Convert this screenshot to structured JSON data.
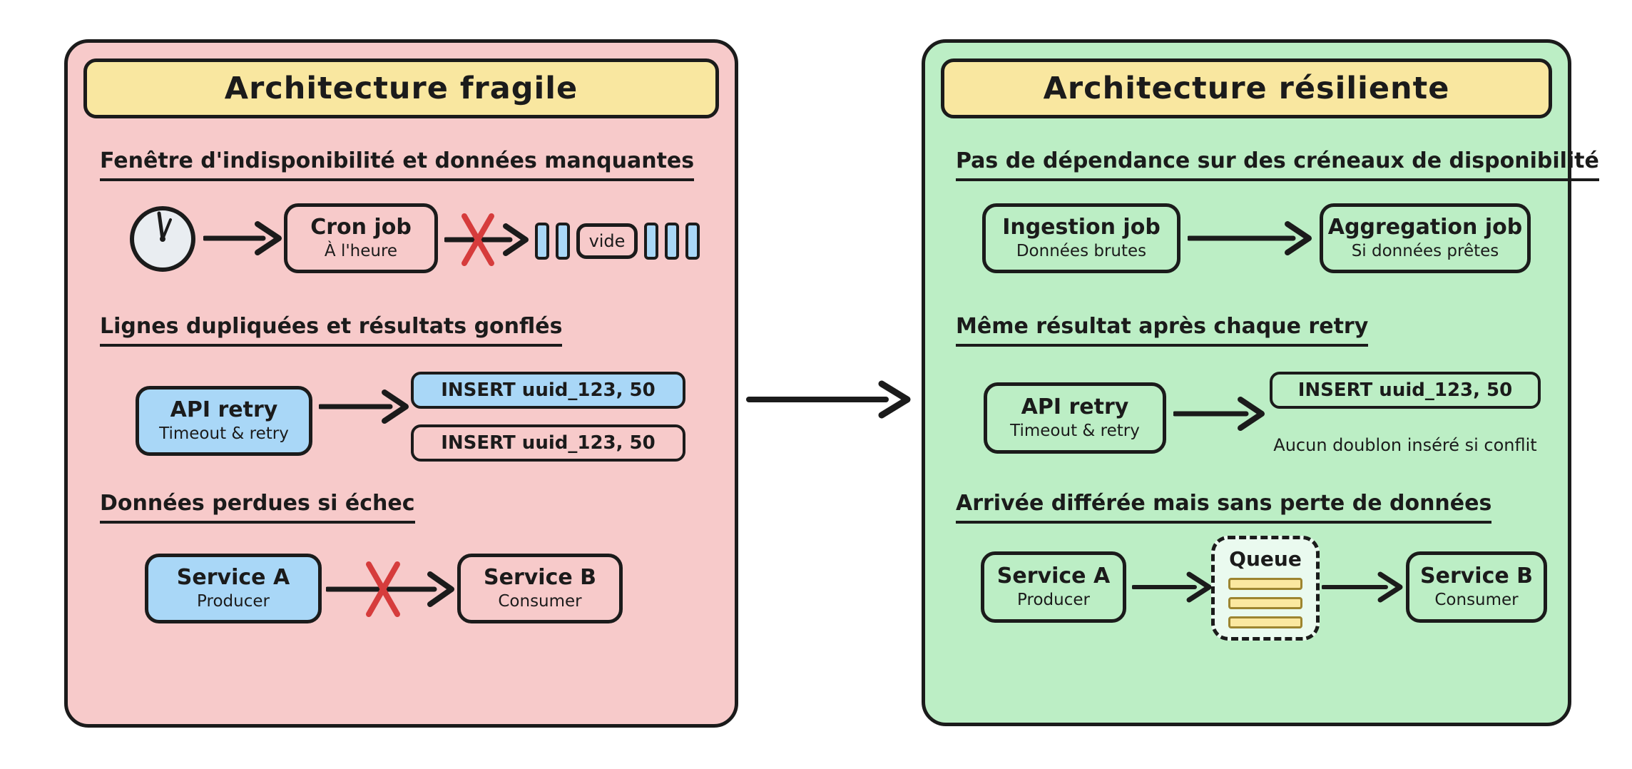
{
  "left_panel": {
    "title": "Architecture fragile",
    "section1": {
      "heading": "Fenêtre d'indisponibilité et données manquantes",
      "cron_box": {
        "title": "Cron job",
        "subtitle": "À l'heure"
      },
      "vide_label": "vide"
    },
    "section2": {
      "heading": "Lignes dupliquées et résultats gonflés",
      "api_box": {
        "title": "API retry",
        "subtitle": "Timeout & retry"
      },
      "insert1": "INSERT uuid_123, 50",
      "insert2": "INSERT uuid_123, 50"
    },
    "section3": {
      "heading": "Données perdues si échec",
      "service_a": {
        "title": "Service A",
        "subtitle": "Producer"
      },
      "service_b": {
        "title": "Service B",
        "subtitle": "Consumer"
      }
    }
  },
  "right_panel": {
    "title": "Architecture résiliente",
    "section1": {
      "heading": "Pas de dépendance sur des créneaux de disponibilité",
      "ingestion_box": {
        "title": "Ingestion job",
        "subtitle": "Données brutes"
      },
      "aggregation_box": {
        "title": "Aggregation job",
        "subtitle": "Si données prêtes"
      }
    },
    "section2": {
      "heading": "Même résultat après chaque retry",
      "api_box": {
        "title": "API retry",
        "subtitle": "Timeout & retry"
      },
      "insert": "INSERT uuid_123, 50",
      "note": "Aucun doublon inséré si conflit"
    },
    "section3": {
      "heading": "Arrivée différée mais sans perte de données",
      "service_a": {
        "title": "Service A",
        "subtitle": "Producer"
      },
      "queue_label": "Queue",
      "service_b": {
        "title": "Service B",
        "subtitle": "Consumer"
      }
    }
  },
  "colors": {
    "panel_pink": "#f7caca",
    "panel_green": "#bceec5",
    "title_yellow": "#f9e7a0",
    "box_blue": "#a9d7f7",
    "queue_fill": "#eafaef",
    "queue_bar_yellow": "#fbe8a0",
    "ink": "#1b1b1b",
    "error_red": "#d63c3c"
  }
}
